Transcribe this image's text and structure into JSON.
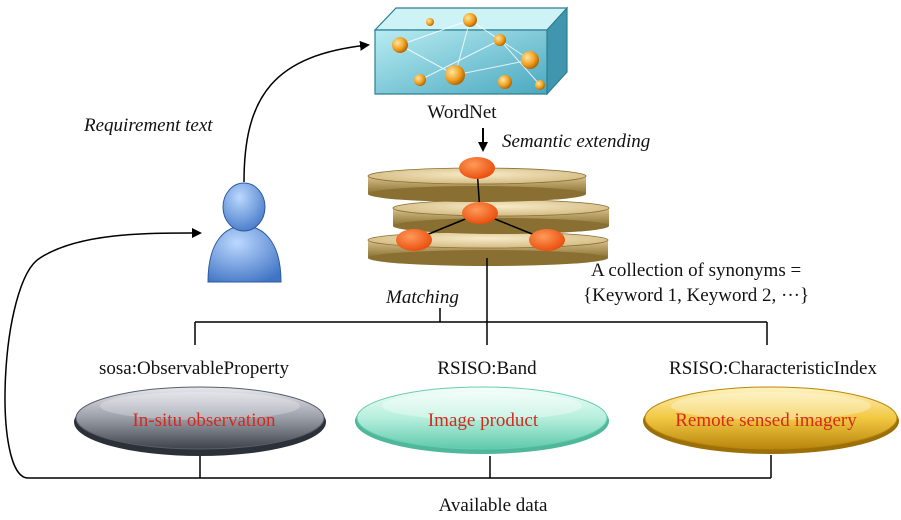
{
  "labels": {
    "wordnet": "WordNet",
    "requirement_text": "Requirement text",
    "semantic_extending": "Semantic extending",
    "matching": "Matching",
    "synonyms_line1": "A collection of synonyms =",
    "synonyms_line2": "{Keyword 1, Keyword 2, ···}",
    "available_data": "Available data"
  },
  "categories": [
    {
      "type_label": "sosa:ObservableProperty",
      "data_label": "In-situ observation"
    },
    {
      "type_label": "RSISO:Band",
      "data_label": "Image product"
    },
    {
      "type_label": "RSISO:CharacteristicIndex",
      "data_label": "Remote sensed imagery"
    }
  ],
  "colors": {
    "data_text": "#d42a1e",
    "disc_fill": "#d9c38e",
    "node_fill": "#f05a14",
    "user_body": "#5a8fd8",
    "ellipse_gray": "#7a7e88",
    "ellipse_mint": "#9fe6d2",
    "ellipse_gold": "#f2c842"
  }
}
